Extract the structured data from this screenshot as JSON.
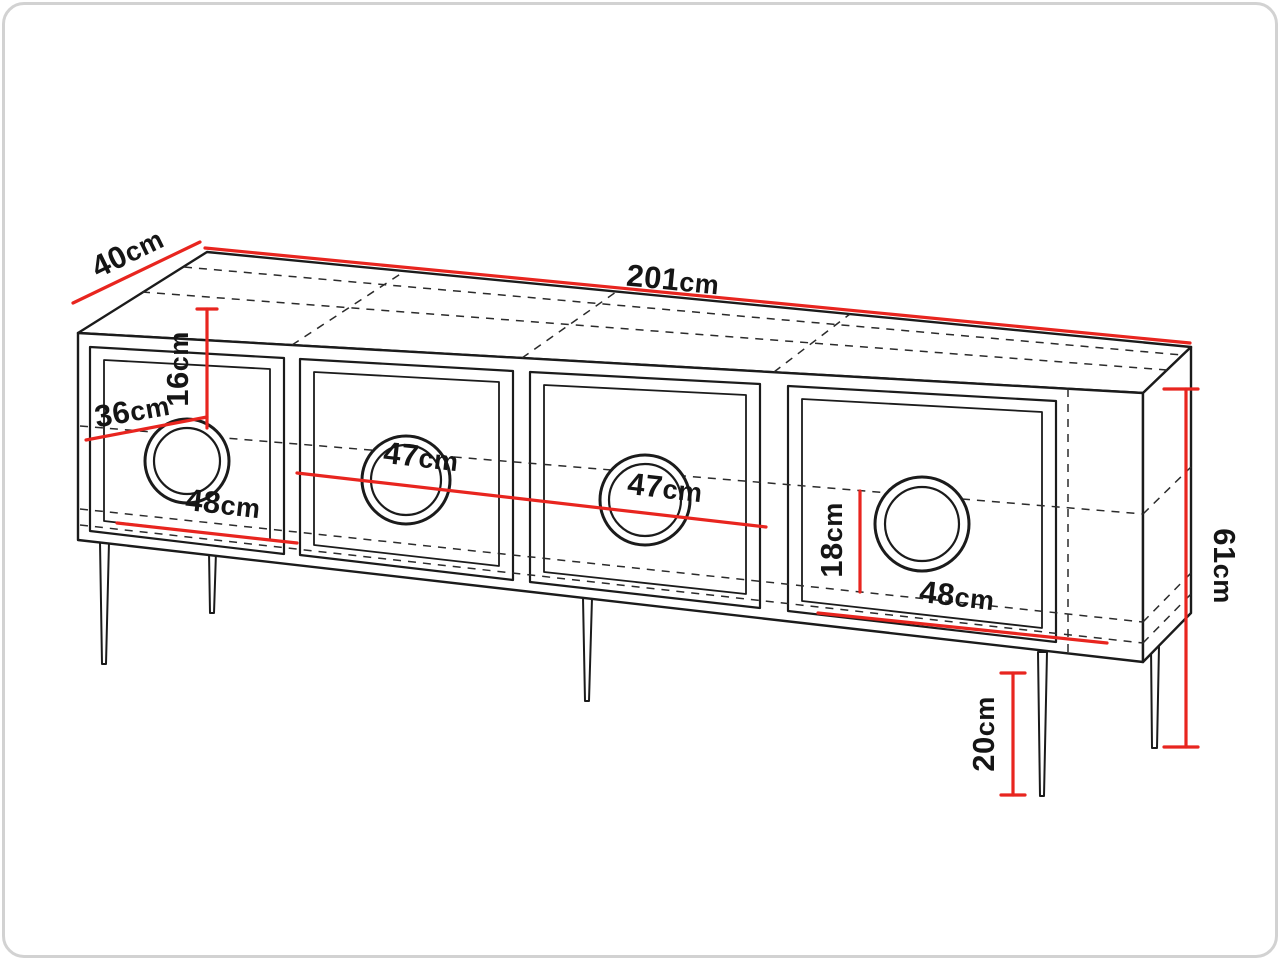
{
  "figure": {
    "background": "#ffffff",
    "outline_color": "#1b1b1b",
    "dimension_color": "#e8251f",
    "frame_border_color": "#d2d2d2"
  },
  "dimensions": {
    "depth": {
      "value": "40",
      "unit": "cm"
    },
    "width": {
      "value": "201",
      "unit": "cm"
    },
    "height": {
      "value": "61",
      "unit": "cm"
    },
    "left_compartment_depth": {
      "value": "36",
      "unit": "cm"
    },
    "top_gap": {
      "value": "16",
      "unit": "cm"
    },
    "door2_width": {
      "value": "47",
      "unit": "cm"
    },
    "door3_width": {
      "value": "47",
      "unit": "cm"
    },
    "left_compartment_width": {
      "value": "48",
      "unit": "cm"
    },
    "shelf_spacing": {
      "value": "18",
      "unit": "cm"
    },
    "right_compartment_width": {
      "value": "48",
      "unit": "cm"
    },
    "leg_height": {
      "value": "20",
      "unit": "cm"
    }
  }
}
